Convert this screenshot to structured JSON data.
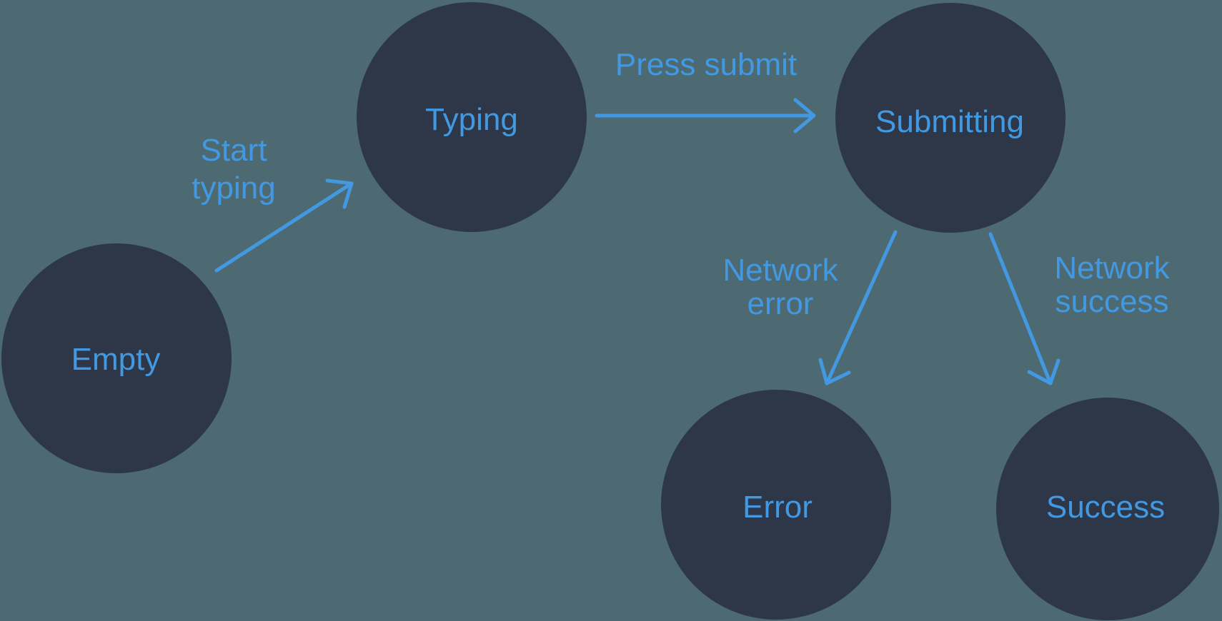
{
  "colors": {
    "background": "#4D6A73",
    "node": "#2D3748",
    "accent": "#4299E1"
  },
  "nodes": [
    {
      "id": "empty",
      "label": "Empty"
    },
    {
      "id": "typing",
      "label": "Typing"
    },
    {
      "id": "submitting",
      "label": "Submitting"
    },
    {
      "id": "error",
      "label": "Error"
    },
    {
      "id": "success",
      "label": "Success"
    }
  ],
  "edges": [
    {
      "id": "start-typing",
      "from": "empty",
      "to": "typing",
      "label": "Start typing",
      "lines": [
        "Start",
        "typing"
      ]
    },
    {
      "id": "press-submit",
      "from": "typing",
      "to": "submitting",
      "label": "Press submit",
      "lines": [
        "Press submit"
      ]
    },
    {
      "id": "network-error",
      "from": "submitting",
      "to": "error",
      "label": "Network error",
      "lines": [
        "Network",
        "error"
      ]
    },
    {
      "id": "network-success",
      "from": "submitting",
      "to": "success",
      "label": "Network success",
      "lines": [
        "Network",
        "success"
      ]
    }
  ]
}
